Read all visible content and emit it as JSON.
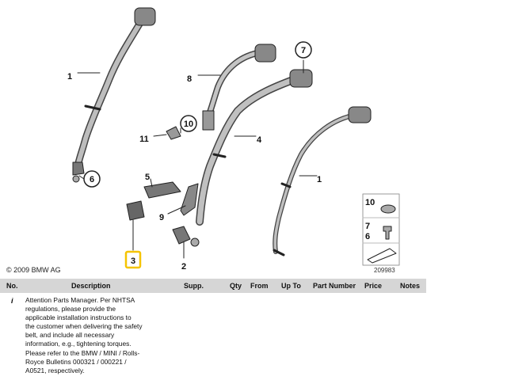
{
  "diagram": {
    "copyright": "© 2009 BMW AG",
    "reference_number": "209983",
    "callouts": [
      {
        "label": "1",
        "kind": "plain"
      },
      {
        "label": "8",
        "kind": "plain"
      },
      {
        "label": "7",
        "kind": "circle"
      },
      {
        "label": "10",
        "kind": "circle"
      },
      {
        "label": "11",
        "kind": "plain"
      },
      {
        "label": "4",
        "kind": "plain"
      },
      {
        "label": "1",
        "kind": "plain"
      },
      {
        "label": "6",
        "kind": "circle"
      },
      {
        "label": "5",
        "kind": "plain"
      },
      {
        "label": "9",
        "kind": "plain"
      },
      {
        "label": "2",
        "kind": "plain"
      },
      {
        "label": "3",
        "kind": "highlighted"
      }
    ],
    "legend": [
      {
        "label": "10"
      },
      {
        "label": "7"
      },
      {
        "label": "6"
      }
    ],
    "highlight_color": "#f5c400"
  },
  "table": {
    "headers": [
      "No.",
      "Description",
      "Supp.",
      "Qty",
      "From",
      "Up To",
      "Part Number",
      "Price",
      "Notes"
    ],
    "rows": [
      {
        "no": "i",
        "description_lines": [
          "Attention Parts Manager. Per NHTSA",
          "regulations, please provide the",
          "applicable installation instructions to",
          "the customer when delivering the safety",
          "belt, and include all necessary",
          "information, e.g., tightening torques.",
          "Please refer to the BMW / MINI / Rolls-",
          "Royce Bulletins 000321 / 000221 /",
          "A0521, respectively."
        ]
      }
    ]
  }
}
